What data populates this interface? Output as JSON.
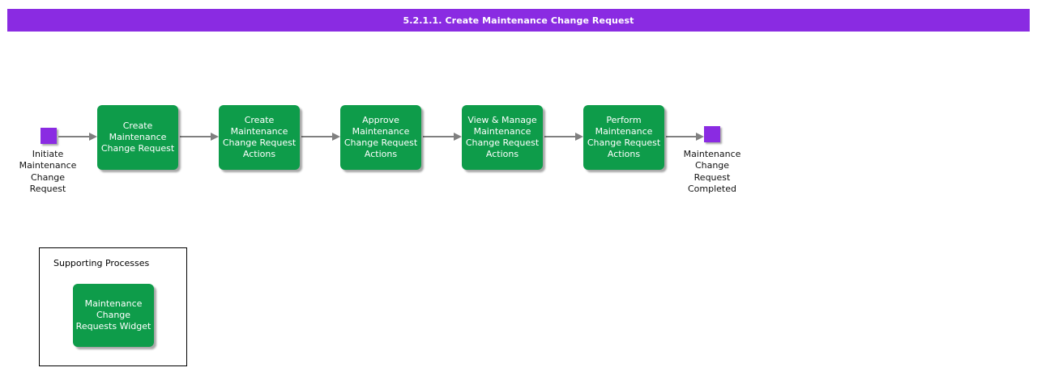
{
  "header": {
    "title": "5.2.1.1. Create Maintenance Change Request"
  },
  "colors": {
    "header_bg": "#8a2be2",
    "task_green": "#0e9c4a",
    "milestone_purple": "#8a2be2",
    "arrow_gray": "#808080"
  },
  "flow": {
    "start_label": "Initiate Maintenance Change Request",
    "steps": [
      {
        "label": "Create Maintenance Change Request"
      },
      {
        "label": "Create Maintenance Change Request Actions"
      },
      {
        "label": "Approve Maintenance Change Request Actions"
      },
      {
        "label": "View & Manage Maintenance Change Request Actions"
      },
      {
        "label": "Perform Maintenance Change Request Actions"
      }
    ],
    "end_label": "Maintenance Change Request Completed"
  },
  "supporting": {
    "title": "Supporting Processes",
    "items": [
      {
        "label": "Maintenance Change Requests Widget"
      }
    ]
  }
}
